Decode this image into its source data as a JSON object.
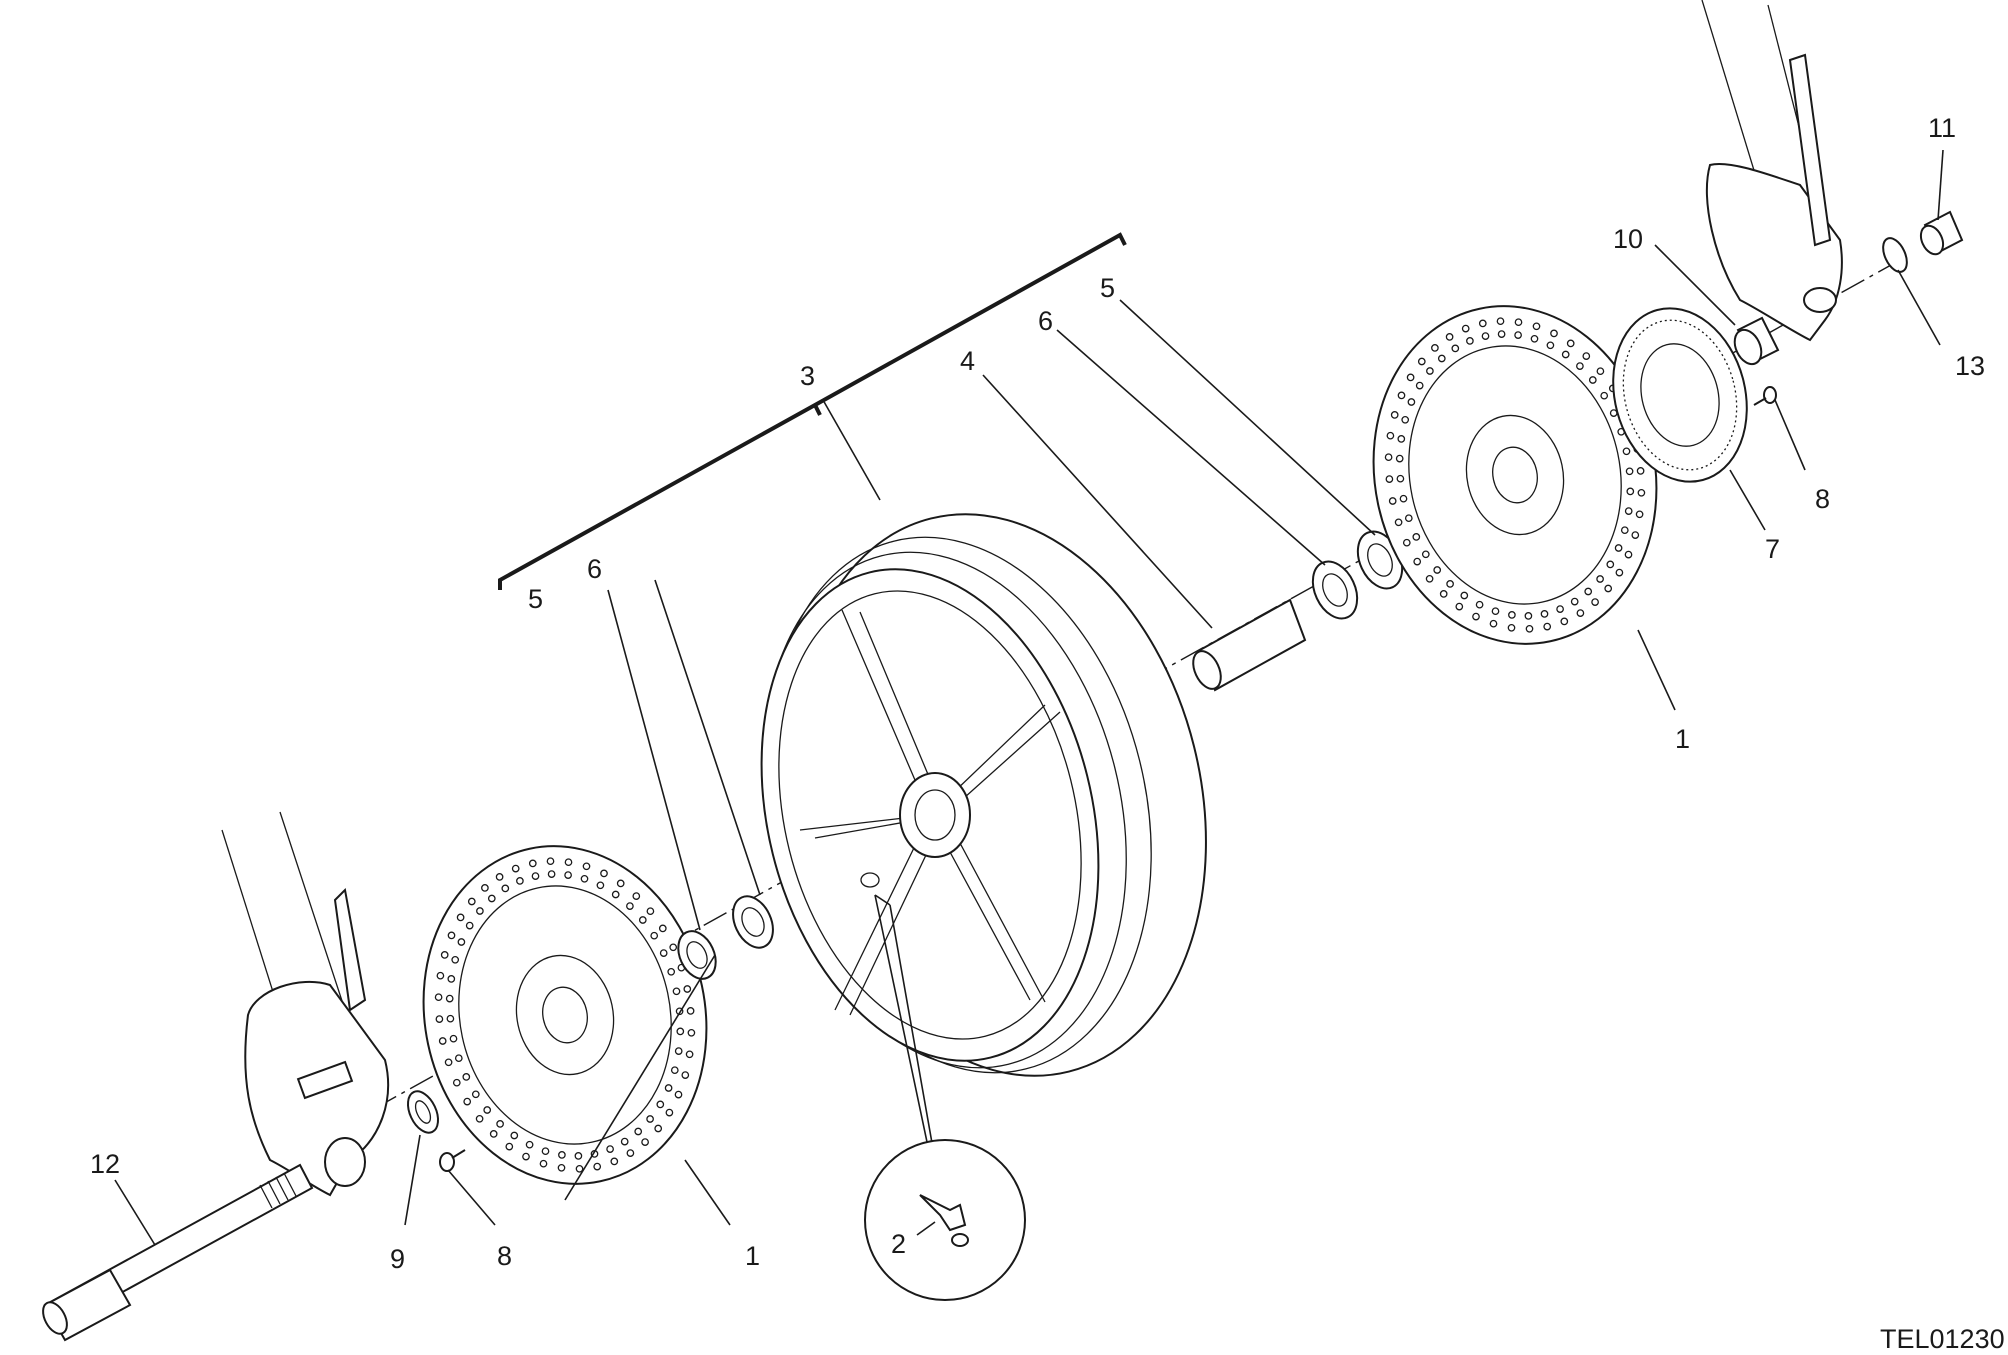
{
  "diagram": {
    "drawing_code": "TEL01230",
    "callouts": {
      "brake_disc_left": "1",
      "brake_disc_right": "1",
      "valve": "2",
      "wheel_assembly": "3",
      "spacer": "4",
      "seal_left": "5",
      "seal_right": "5",
      "bearing_left": "6",
      "bearing_right": "6",
      "tone_wheel": "7",
      "screw_left": "8",
      "screw_right": "8",
      "washer": "9",
      "spacer_right": "10",
      "nut": "11",
      "wheel_shaft": "12",
      "circlip": "13"
    }
  }
}
